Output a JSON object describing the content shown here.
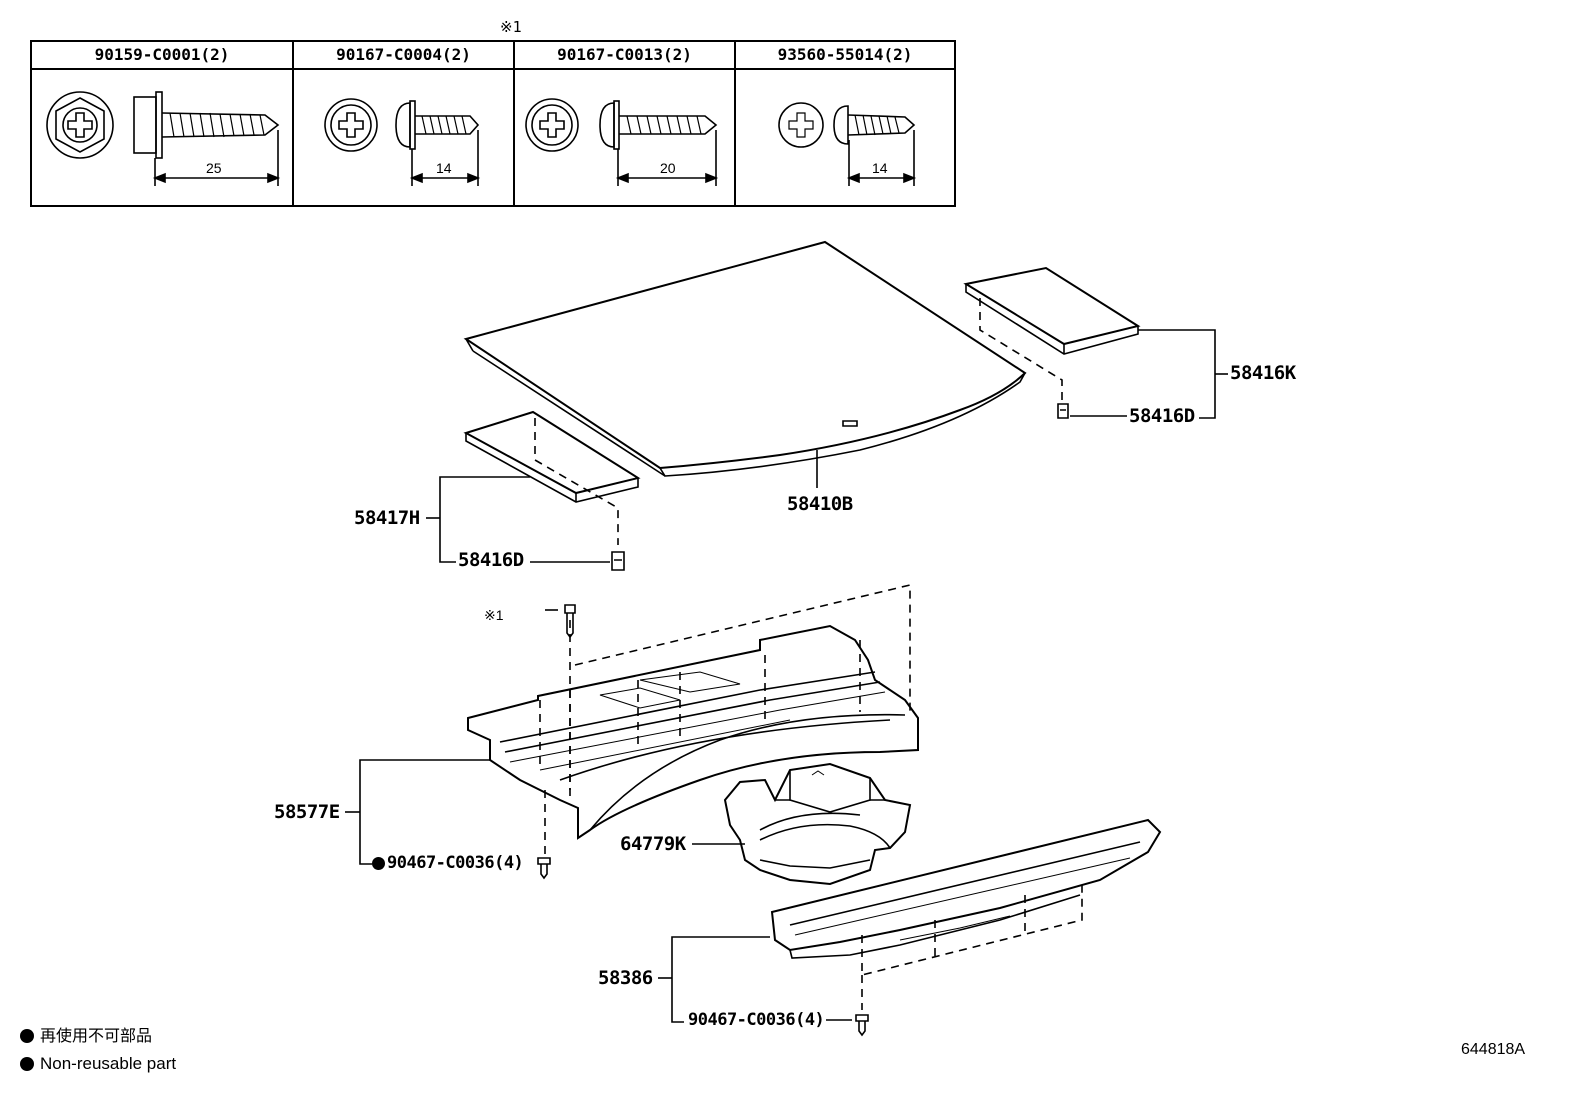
{
  "table": {
    "note_mark": "※1",
    "columns": [
      {
        "part": "90159-C0001(2)",
        "length": "25"
      },
      {
        "part": "90167-C0004(2)",
        "length": "14"
      },
      {
        "part": "90167-C0013(2)",
        "length": "20"
      },
      {
        "part": "93560-55014(2)",
        "length": "14"
      }
    ]
  },
  "callouts": {
    "deck_board": "58410B",
    "right_cover": "58416K",
    "right_clip": "58416D",
    "left_cover": "58417H",
    "left_clip": "58416D",
    "note_ref": "※1",
    "tray": "58577E",
    "tray_clip": "90467-C0036(4)",
    "spare_tire_block": "64779K",
    "scuff_plate": "58386",
    "scuff_clip": "90467-C0036(4)"
  },
  "legend": {
    "line_jp": "再使用不可部品",
    "line_en": "Non-reusable part"
  },
  "figure_id": "644818A"
}
